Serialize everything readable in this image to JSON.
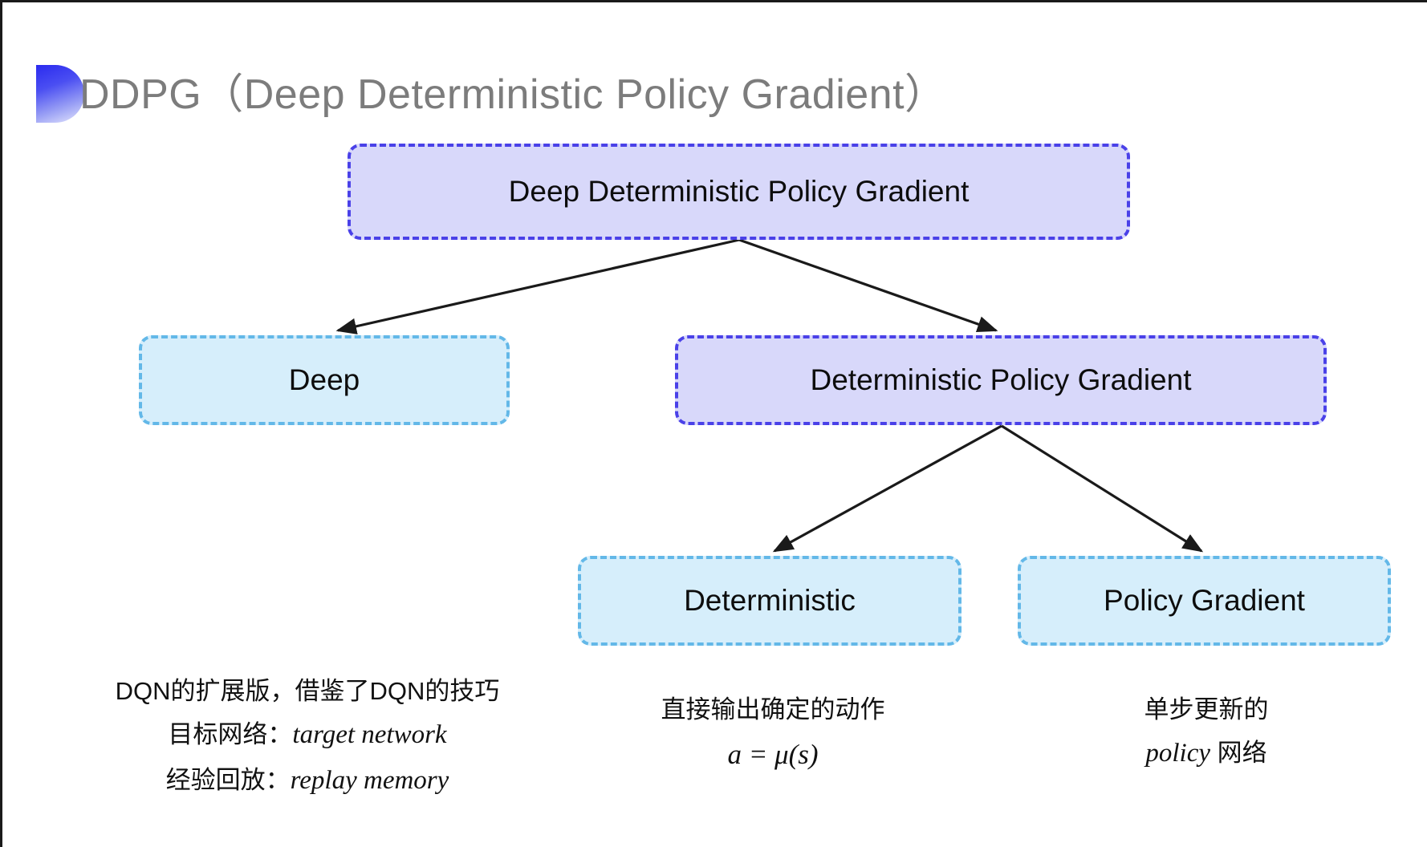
{
  "slide": {
    "title": "DDPG（Deep Deterministic Policy Gradient）",
    "title_color": "#7c7c7c",
    "background": "#ffffff",
    "decor_icon": "half-circle-gradient-icon"
  },
  "palette": {
    "purple_fill": "#d8d8fa",
    "purple_border": "#4a41e8",
    "blue_fill": "#d6eefb",
    "blue_border": "#63b8e8",
    "arrow_color": "#1a1a1a",
    "text_color": "#0d0d0d"
  },
  "diagram": {
    "nodes": [
      {
        "id": "root",
        "label": "Deep Deterministic Policy Gradient",
        "style": "purple"
      },
      {
        "id": "deep",
        "label": "Deep",
        "style": "blue"
      },
      {
        "id": "dpg",
        "label": "Deterministic Policy Gradient",
        "style": "purple"
      },
      {
        "id": "deterministic",
        "label": "Deterministic",
        "style": "blue"
      },
      {
        "id": "policy_gradient",
        "label": "Policy Gradient",
        "style": "blue"
      }
    ],
    "edges": [
      {
        "from": "root",
        "to": "deep"
      },
      {
        "from": "root",
        "to": "dpg"
      },
      {
        "from": "dpg",
        "to": "deterministic"
      },
      {
        "from": "dpg",
        "to": "policy_gradient"
      }
    ]
  },
  "captions": {
    "deep": {
      "line1": "DQN的扩展版，借鉴了DQN的技巧",
      "line2_label": "目标网络：",
      "line2_value": "target network",
      "line3_label": "经验回放：",
      "line3_value": "replay memory"
    },
    "deterministic": {
      "line1": "直接输出确定的动作",
      "formula": "a = μ(s)"
    },
    "policy_gradient": {
      "line1": "单步更新的",
      "line2_value": "policy",
      "line2_suffix": " 网络"
    }
  }
}
